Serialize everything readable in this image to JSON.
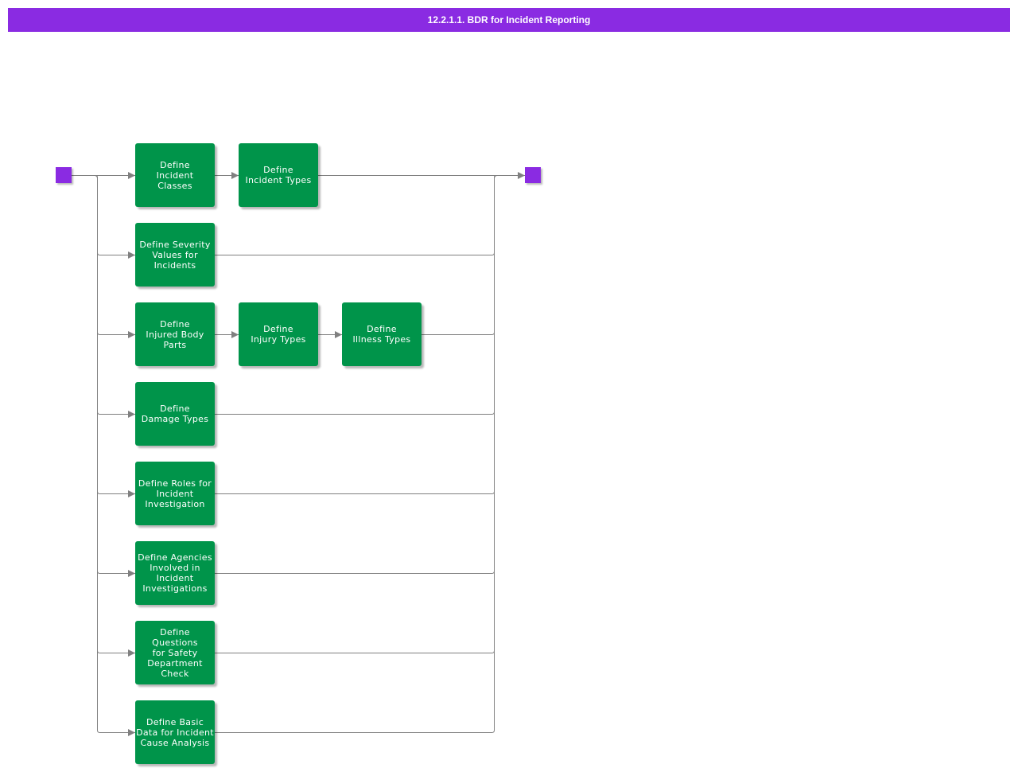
{
  "title": "12.2.1.1. BDR for Incident Reporting",
  "colors": {
    "title_bar": "#8a2be2",
    "terminal": "#8a2be2",
    "node": "#00944a",
    "connector": "#808080"
  },
  "nodes": [
    {
      "id": "incident-classes",
      "label": "Define\nIncident\nClasses"
    },
    {
      "id": "incident-types",
      "label": "Define\nIncident Types"
    },
    {
      "id": "severity-values",
      "label": "Define Severity\nValues for\nIncidents"
    },
    {
      "id": "injured-body-parts",
      "label": "Define\nInjured Body\nParts"
    },
    {
      "id": "injury-types",
      "label": "Define\nInjury Types"
    },
    {
      "id": "illness-types",
      "label": "Define\nIllness Types"
    },
    {
      "id": "damage-types",
      "label": "Define\nDamage Types"
    },
    {
      "id": "roles-investigation",
      "label": "Define Roles for\nIncident\nInvestigation"
    },
    {
      "id": "agencies-involved",
      "label": "Define Agencies\nInvolved in\nIncident\nInvestigations"
    },
    {
      "id": "questions-safety",
      "label": "Define Questions\nfor Safety\nDepartment\nCheck"
    },
    {
      "id": "basic-data-cause",
      "label": "Define Basic\nData for Incident\nCause Analysis"
    }
  ],
  "edges": [
    [
      "start",
      "incident-classes"
    ],
    [
      "incident-classes",
      "incident-types"
    ],
    [
      "incident-types",
      "end"
    ],
    [
      "start",
      "severity-values"
    ],
    [
      "severity-values",
      "end"
    ],
    [
      "start",
      "injured-body-parts"
    ],
    [
      "injured-body-parts",
      "injury-types"
    ],
    [
      "injury-types",
      "illness-types"
    ],
    [
      "illness-types",
      "end"
    ],
    [
      "start",
      "damage-types"
    ],
    [
      "damage-types",
      "end"
    ],
    [
      "start",
      "roles-investigation"
    ],
    [
      "roles-investigation",
      "end"
    ],
    [
      "start",
      "agencies-involved"
    ],
    [
      "agencies-involved",
      "end"
    ],
    [
      "start",
      "questions-safety"
    ],
    [
      "questions-safety",
      "end"
    ],
    [
      "start",
      "basic-data-cause"
    ],
    [
      "basic-data-cause",
      "end"
    ]
  ]
}
